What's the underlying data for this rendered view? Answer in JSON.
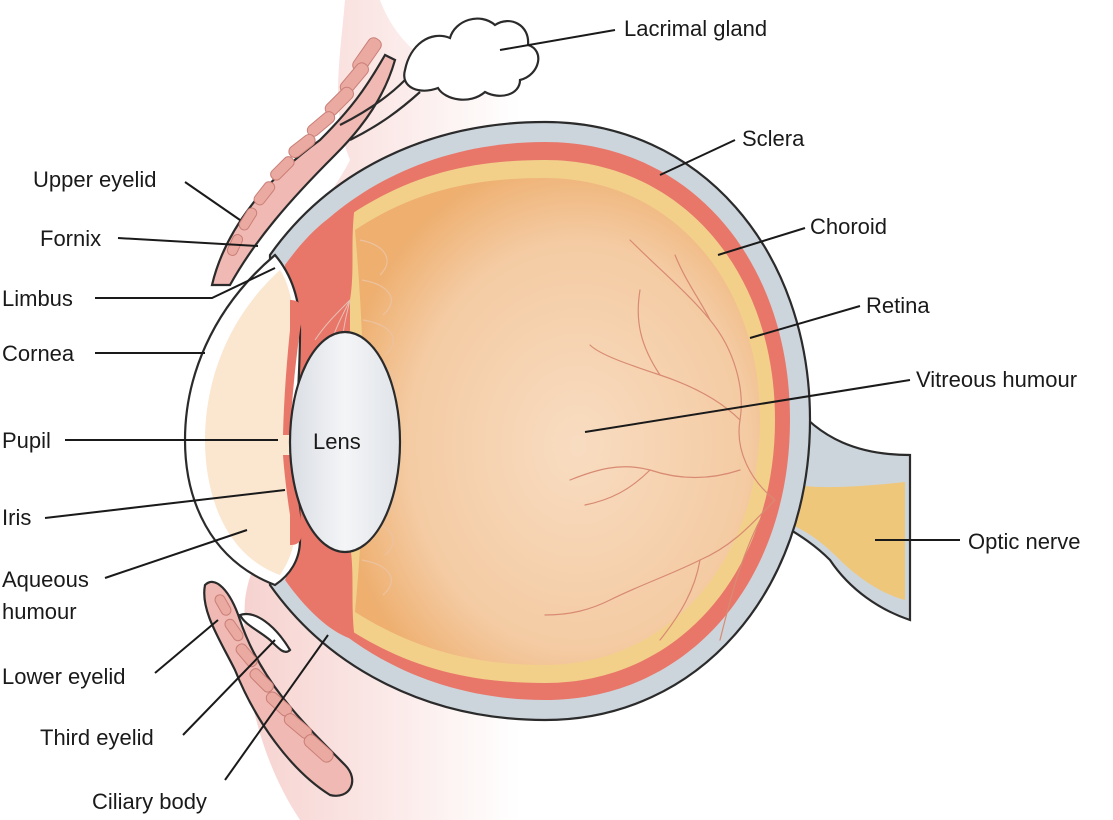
{
  "labels": {
    "lacrimal_gland": "Lacrimal gland",
    "sclera": "Sclera",
    "choroid": "Choroid",
    "retina": "Retina",
    "vitreous_humour": "Vitreous humour",
    "optic_nerve": "Optic nerve",
    "upper_eyelid": "Upper eyelid",
    "fornix": "Fornix",
    "limbus": "Limbus",
    "cornea": "Cornea",
    "pupil": "Pupil",
    "iris": "Iris",
    "aqueous_humour_line1": "Aqueous",
    "aqueous_humour_line2": "humour",
    "lower_eyelid": "Lower eyelid",
    "third_eyelid": "Third eyelid",
    "ciliary_body": "Ciliary body",
    "lens": "Lens"
  },
  "colors": {
    "skin_pink": "#f7d9d6",
    "eyelid_pink": "#f0b9b3",
    "sclera_gray": "#cdd5dc",
    "choroid_red": "#e8776a",
    "retina_yellow": "#f2d08a",
    "vitreous": "#f3c294",
    "cornea_fill": "#fbe6cf",
    "lens_gray": "#e6e9ee",
    "optic_nerve": "#efc77b",
    "ciliary_red": "#e8776a"
  }
}
